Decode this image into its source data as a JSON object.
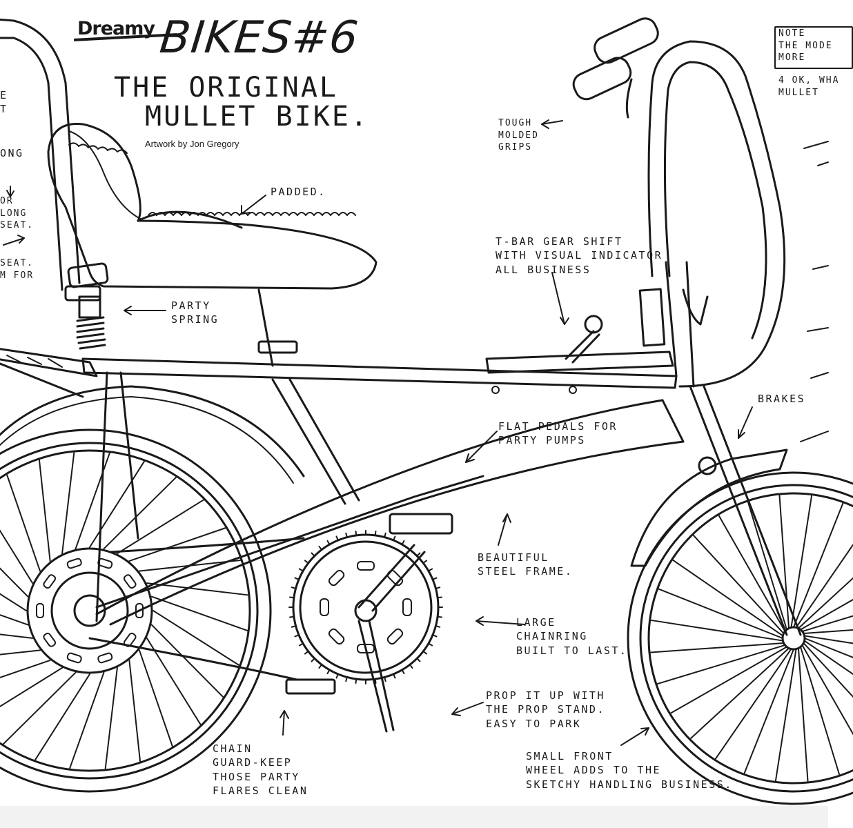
{
  "header": {
    "brand": "Dreamy",
    "series": "BIKES#6",
    "title_line1": "THE ORIGINAL",
    "title_line2": "MULLET BIKE.",
    "credit": "Artwork by Jon Gregory"
  },
  "labels": {
    "padded": "PADDED.",
    "party_spring": "PARTY\nSPRING",
    "grips": "TOUGH\nMOLDED\nGRIPS",
    "gear_shift": "T-BAR GEAR SHIFT\nWITH VISUAL INDICATOR\nALL BUSINESS",
    "brakes": "BRAKES",
    "pedals": "FLAT PEDALS FOR\nPARTY PUMPS",
    "frame": "BEAUTIFUL\nSTEEL FRAME.",
    "chainring": "LARGE\nCHAINRING\nBUILT TO LAST.",
    "prop_stand": "PROP IT UP WITH\nTHE PROP STAND.\nEASY TO PARK",
    "front_wheel": "SMALL FRONT\nWHEEL ADDS TO THE\nSKETCHY HANDLING BUSINESS.",
    "chain_guard": "CHAIN\nGUARD-KEEP\nTHOSE PARTY\nFLARES CLEAN",
    "left_1": "E\nT",
    "left_2": "ONG",
    "left_3": "OR\nLONG\nSEAT.",
    "left_4": "SEAT.\nM FOR",
    "right_note": "NOTE\nTHE MODE\nMORE",
    "right_note2": "4 OK, WHA\nMULLET"
  },
  "colors": {
    "ink": "#1a1a1a",
    "paper": "#ffffff",
    "footer": "#f2f2f2"
  }
}
